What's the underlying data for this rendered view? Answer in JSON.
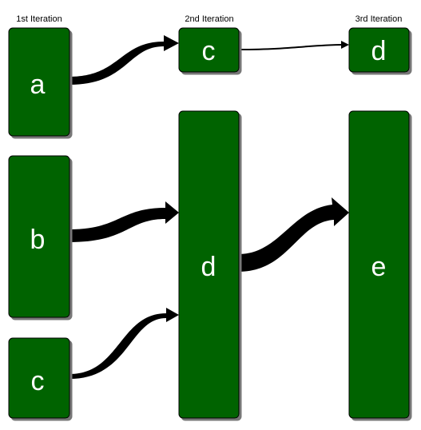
{
  "iterations": [
    {
      "label": "1st Iteration"
    },
    {
      "label": "2nd Iteration"
    },
    {
      "label": "3rd Iteration"
    }
  ],
  "colors": {
    "node_fill": "#006400",
    "node_stroke": "#000000",
    "shadow": "#777777",
    "arrow": "#000000",
    "text": "#ffffff"
  },
  "nodes": {
    "a": {
      "label": "a",
      "iteration": 1
    },
    "b": {
      "label": "b",
      "iteration": 1
    },
    "c1": {
      "label": "c",
      "iteration": 1
    },
    "c2": {
      "label": "c",
      "iteration": 2
    },
    "d2": {
      "label": "d",
      "iteration": 2
    },
    "d3": {
      "label": "d",
      "iteration": 3
    },
    "e": {
      "label": "e",
      "iteration": 3
    }
  },
  "edges": [
    {
      "from": "a",
      "to": "c2"
    },
    {
      "from": "b",
      "to": "d2"
    },
    {
      "from": "c1",
      "to": "d2"
    },
    {
      "from": "c2",
      "to": "d3"
    },
    {
      "from": "d2",
      "to": "e"
    }
  ]
}
